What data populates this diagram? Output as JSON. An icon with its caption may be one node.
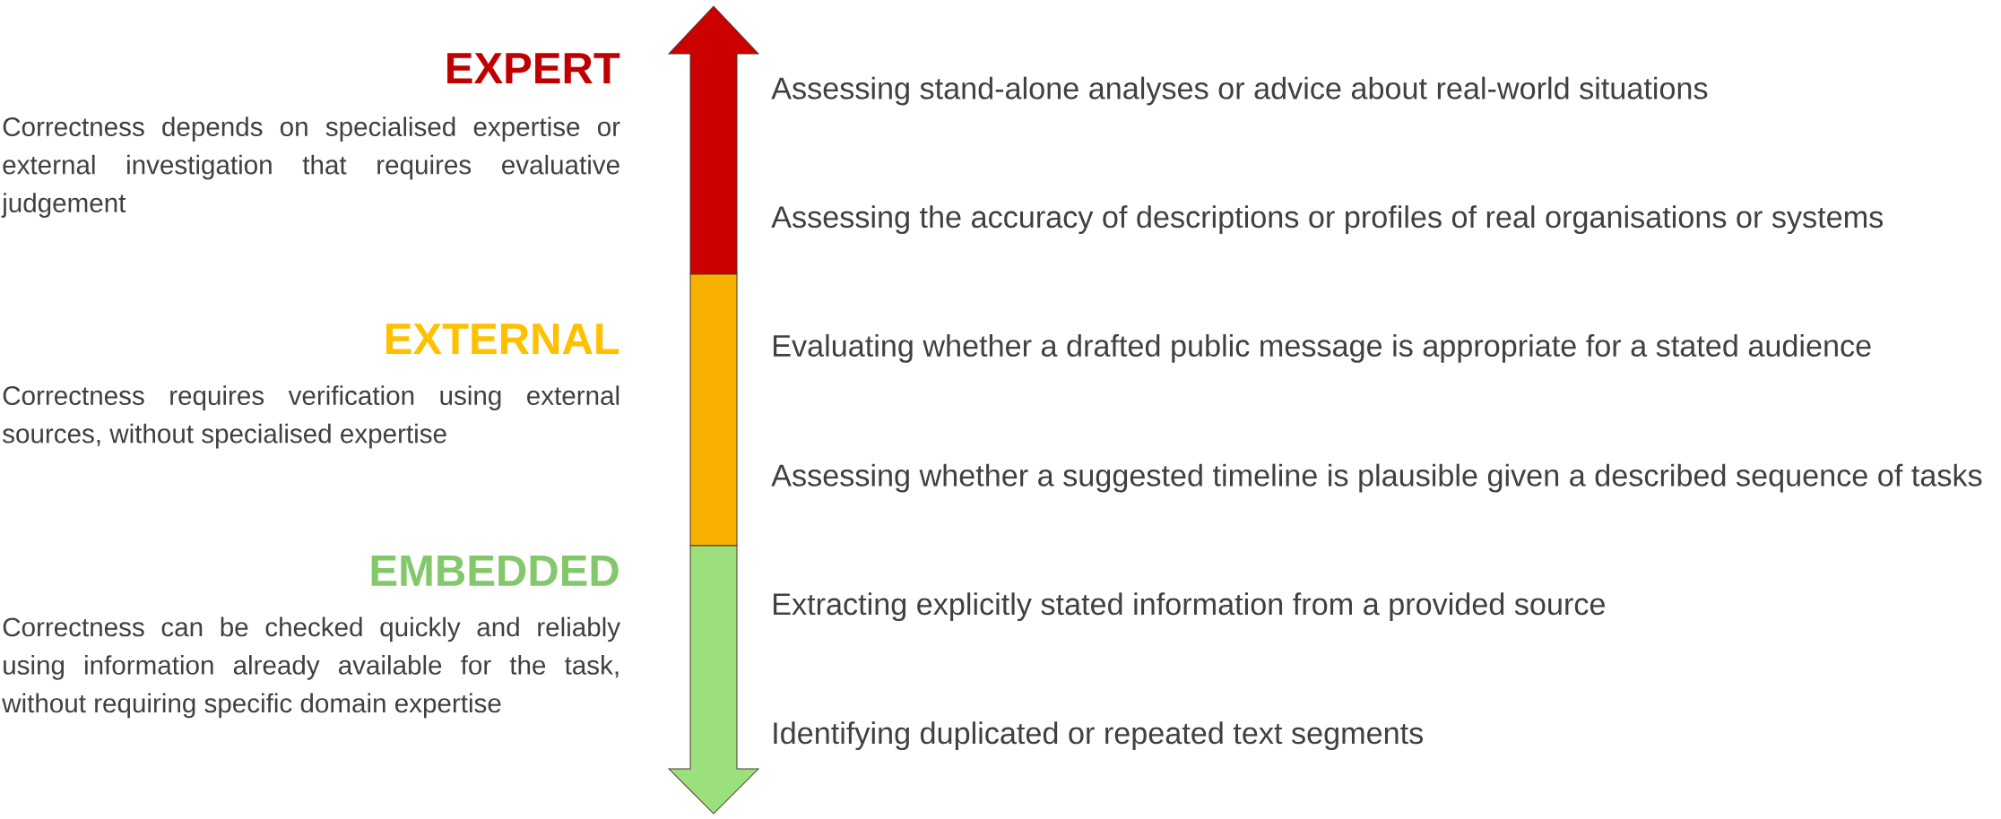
{
  "diagram": {
    "labels": [
      "EXPERT",
      "Correctness depends on specialised expertise or external investigation that requires evaluative judgement",
      "EXTERNAL",
      "Correctness requires verification using external sources, without specialised expertise",
      "EMBEDDED",
      "Correctness can be checked quickly and reliably using information already available for the task, without requiring specific domain expertise",
      "Assessing stand-alone analyses or advice about real-world situations",
      "Assessing the accuracy of descriptions or profiles of real organisations or systems",
      "Evaluating whether a drafted public message is appropriate for a stated audience",
      "Assessing whether a suggested timeline is plausible given a described sequence of tasks",
      "Extracting explicitly stated information from a provided source",
      "Identifying duplicated or repeated text segments"
    ]
  }
}
